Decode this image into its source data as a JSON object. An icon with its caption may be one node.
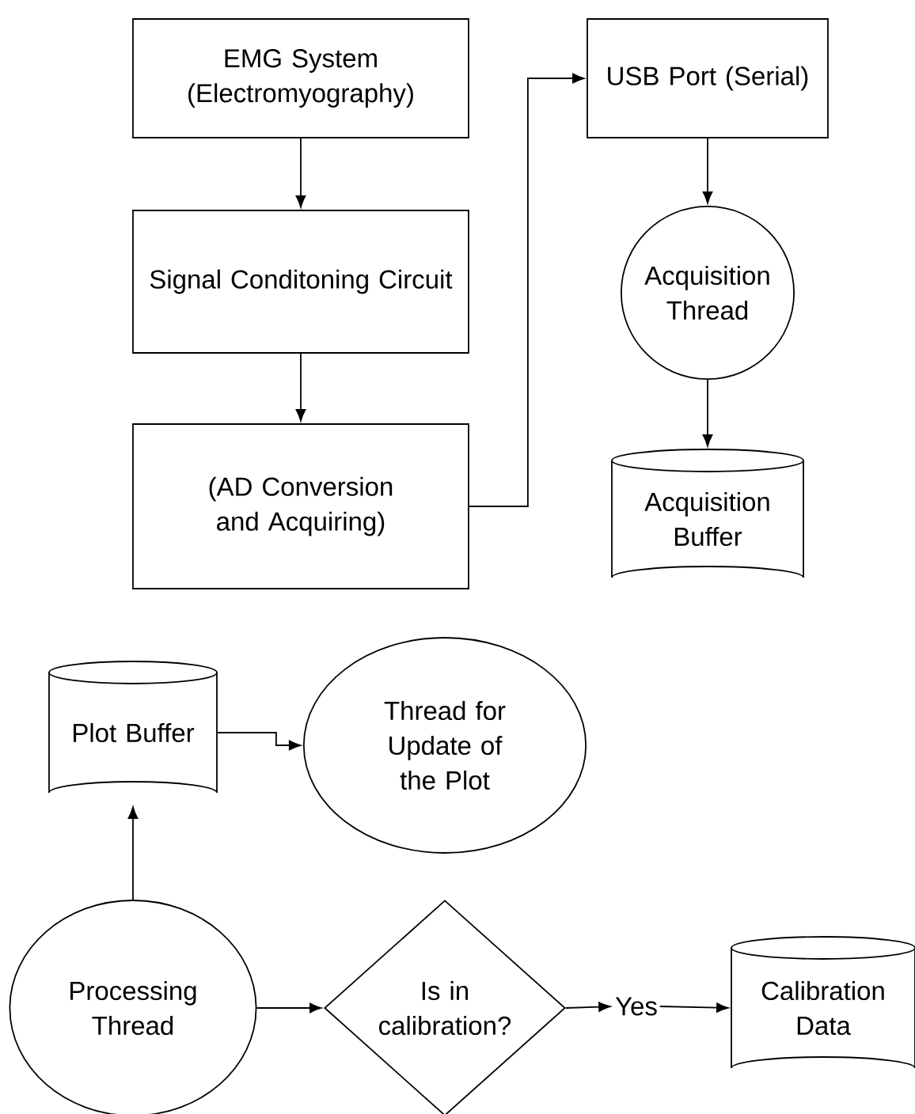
{
  "diagram": {
    "nodes": [
      {
        "text": [
          "EMG System (Electromyography)"
        ]
      },
      {
        "text": [
          "Signal Conditoning Circuit"
        ]
      },
      {
        "text": [
          "(AD Conversion and Acquiring)"
        ]
      },
      {
        "text": [
          "USB Port (Serial)"
        ]
      },
      {
        "text": [
          "Acquisition Thread"
        ]
      },
      {
        "text": [
          "Acquisition Buffer"
        ]
      },
      {
        "text": [
          "Plot Buffer"
        ]
      },
      {
        "text": [
          "Thread for Update of the Plot"
        ]
      },
      {
        "text": [
          "Processing Thread"
        ]
      },
      {
        "text": [
          "Is in calibration?"
        ]
      },
      {
        "text": [
          "Yes"
        ]
      },
      {
        "text": [
          "Calibration Data"
        ]
      }
    ],
    "edges": [
      {
        "from": 0,
        "to": 1,
        "arrow": "to"
      },
      {
        "from": 1,
        "to": 2,
        "arrow": "to"
      },
      {
        "from": 2,
        "to": 3,
        "arrow": "to"
      },
      {
        "from": 3,
        "to": 4,
        "arrow": "to"
      },
      {
        "from": 4,
        "to": 5,
        "arrow": "to"
      },
      {
        "from": 6,
        "to": 7,
        "arrow": "to"
      },
      {
        "from": 8,
        "to": 6,
        "arrow": "to"
      },
      {
        "from": 8,
        "to": 9,
        "arrow": "to"
      },
      {
        "from": 9,
        "to": 10,
        "arrow": "to"
      },
      {
        "from": 10,
        "to": 11,
        "arrow": "to"
      }
    ]
  }
}
